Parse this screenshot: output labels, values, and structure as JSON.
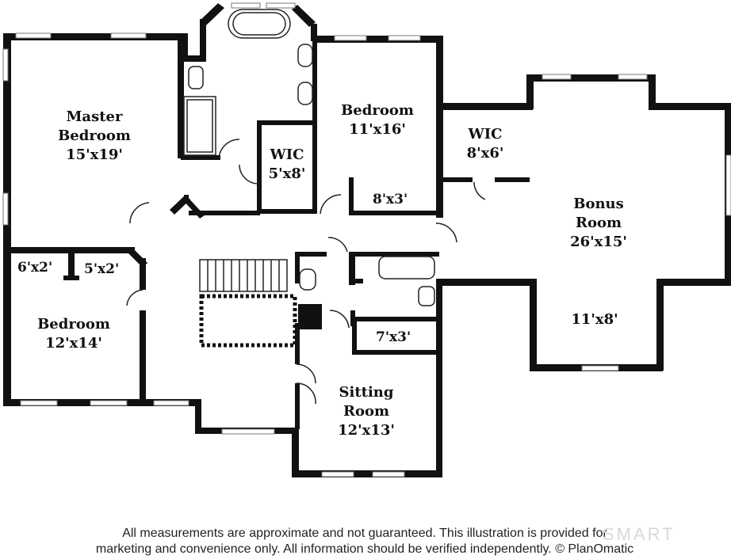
{
  "rooms": {
    "master_bedroom": {
      "name_line1": "Master",
      "name_line2": "Bedroom",
      "size": "15'x19'"
    },
    "wic_master": {
      "name": "WIC",
      "size": "5'x8'"
    },
    "bedroom_upper": {
      "name": "Bedroom",
      "size": "11'x16'"
    },
    "wic_right": {
      "name": "WIC",
      "size": "8'x6'"
    },
    "bonus_room": {
      "name_line1": "Bonus",
      "name_line2": "Room",
      "size": "26'x15'",
      "extension_size": "11'x8'"
    },
    "bedroom_lower": {
      "name": "Bedroom",
      "size": "12'x14'"
    },
    "sitting_room": {
      "name_line1": "Sitting",
      "name_line2": "Room",
      "size": "12'x13'"
    }
  },
  "closets": {
    "closet_8x3": "8'x3'",
    "closet_6x2": "6'x2'",
    "closet_5x2": "5'x2'",
    "closet_7x3": "7'x3'"
  },
  "disclaimer": {
    "line1": "All measurements are approximate and not guaranteed. This illustration is provided for",
    "line2": "marketing and convenience only. All information should be verified independently. © PlanOmatic"
  },
  "brand": {
    "text": "SMART"
  }
}
